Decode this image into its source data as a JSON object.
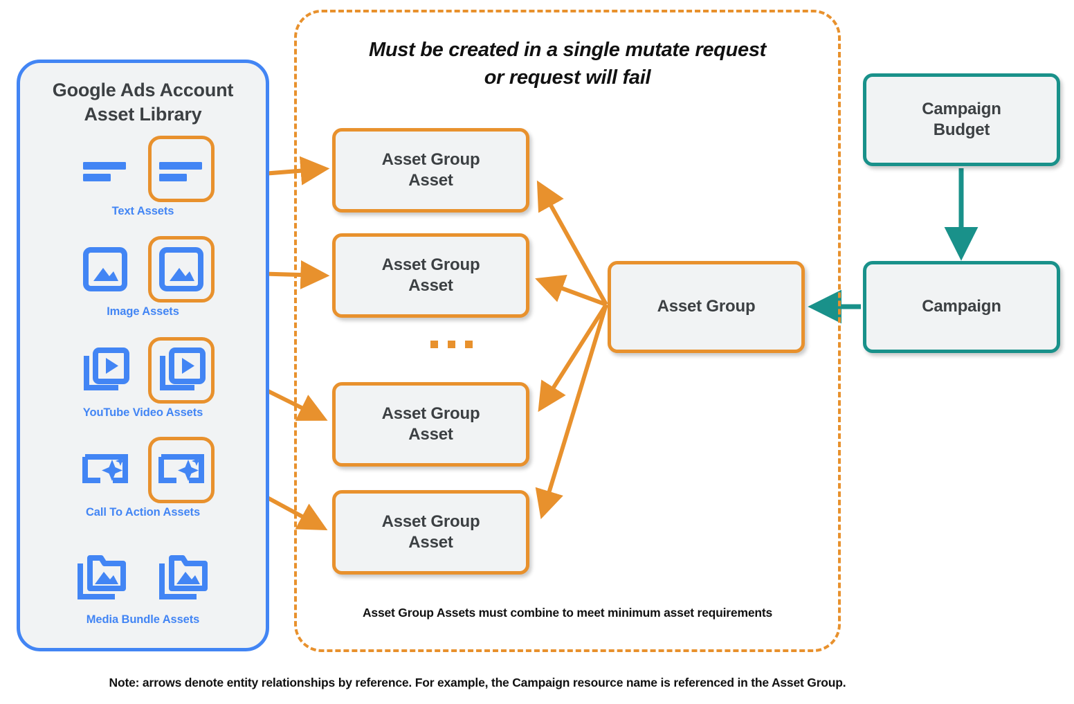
{
  "sidebar": {
    "title_line1": "Google Ads Account",
    "title_line2": "Asset Library",
    "border_color": "#4285F4",
    "items": [
      {
        "label": "Text Assets",
        "icon": "text-asset-icon",
        "highlighted": true
      },
      {
        "label": "Image Assets",
        "icon": "image-asset-icon",
        "highlighted": true
      },
      {
        "label": "YouTube Video  Assets",
        "icon": "video-asset-icon",
        "highlighted": true
      },
      {
        "label": "Call To Action Assets",
        "icon": "call-to-action-icon",
        "highlighted": true
      },
      {
        "label": "Media Bundle  Assets",
        "icon": "media-bundle-icon",
        "highlighted": false
      }
    ]
  },
  "dashed_container": {
    "title_line1": "Must be created in a single mutate request",
    "title_line2": "or request will fail",
    "footnote": "Asset Group Assets must combine to meet minimum asset requirements",
    "border_color": "#E8912D"
  },
  "nodes": {
    "asset_group_asset_1": "Asset Group\nAsset",
    "asset_group_asset_1_l1": "Asset Group",
    "asset_group_asset_1_l2": "Asset",
    "asset_group_asset_2_l1": "Asset Group",
    "asset_group_asset_2_l2": "Asset",
    "asset_group_asset_3_l1": "Asset Group",
    "asset_group_asset_3_l2": "Asset",
    "asset_group_asset_4_l1": "Asset Group",
    "asset_group_asset_4_l2": "Asset",
    "asset_group": "Asset Group",
    "campaign_budget_l1": "Campaign",
    "campaign_budget_l2": "Budget",
    "campaign": "Campaign"
  },
  "ellipsis": "…",
  "bottom_note": "Note: arrows denote entity relationships by reference. For example, the Campaign resource name is referenced in the Asset Group.",
  "colors": {
    "orange": "#E8912D",
    "blue": "#4285F4",
    "teal": "#19918A",
    "node_fill": "#f1f3f4",
    "text": "#3c4043"
  }
}
